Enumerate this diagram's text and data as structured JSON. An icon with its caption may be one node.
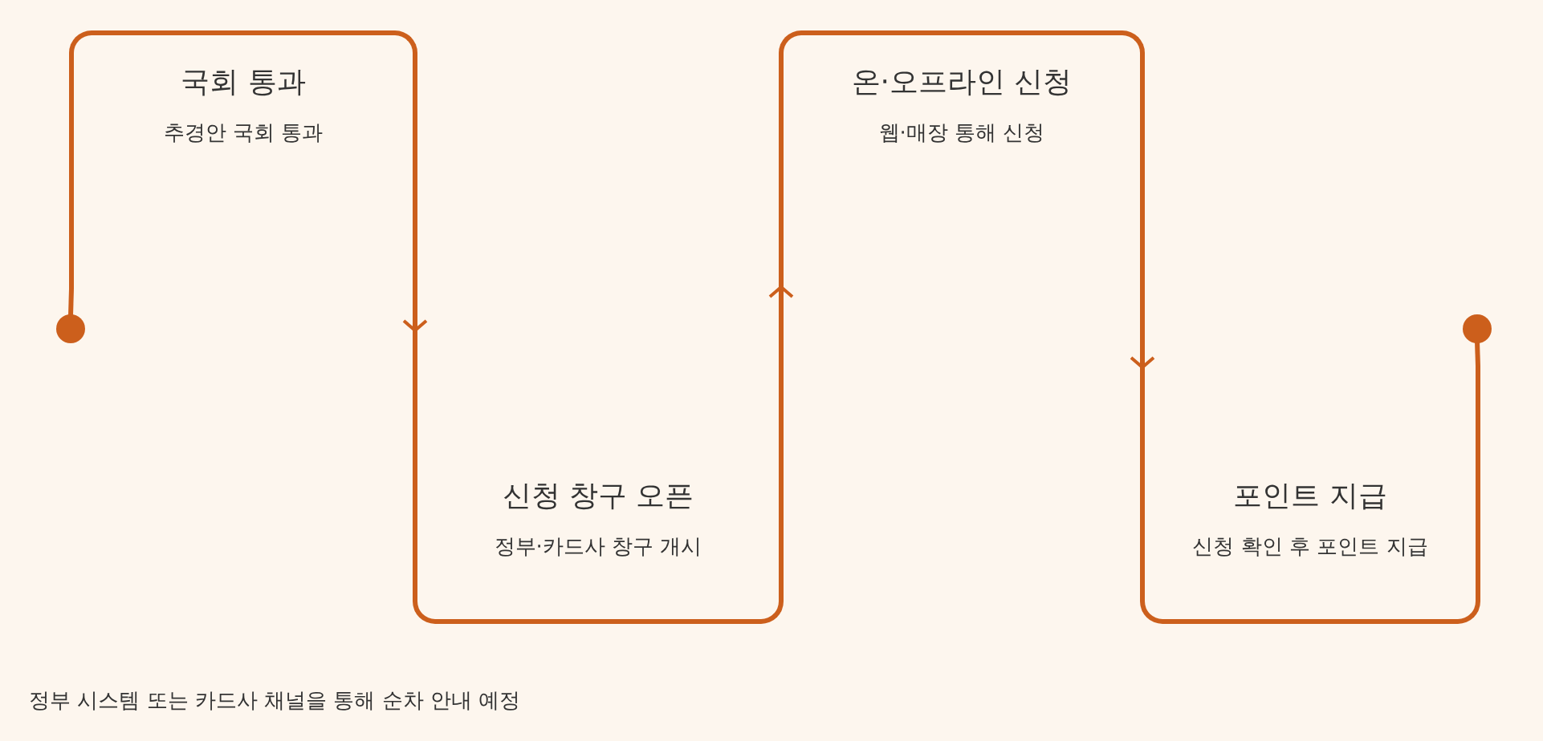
{
  "diagram": {
    "nodes": [
      {
        "text": [],
        "shape": "circle"
      },
      {
        "text": [
          "국회 통과",
          "추경안 국회 통과"
        ]
      },
      {
        "text": [
          "신청 창구 오픈",
          "정부·카드사 창구 개시"
        ]
      },
      {
        "text": [
          "온·오프라인 신청",
          "웹·매장 통해 신청"
        ]
      },
      {
        "text": [
          "포인트 지급",
          "신청 확인 후 포인트 지급"
        ]
      },
      {
        "text": [],
        "shape": "circle"
      }
    ],
    "edges": [
      {
        "from": 0,
        "to": 1,
        "arrow": "none"
      },
      {
        "from": 1,
        "to": 2,
        "arrow": "to"
      },
      {
        "from": 2,
        "to": 3,
        "arrow": "to"
      },
      {
        "from": 3,
        "to": 4,
        "arrow": "to"
      },
      {
        "from": 4,
        "to": 5,
        "arrow": "none"
      }
    ],
    "labels": [
      "정부 시스템 또는 카드사 채널을 통해 순차 안내 예정"
    ]
  }
}
